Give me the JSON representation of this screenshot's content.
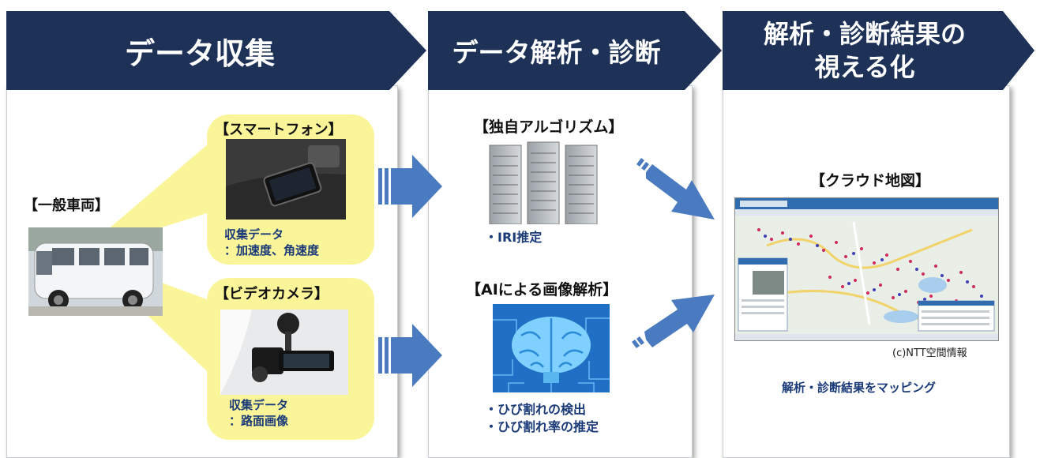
{
  "headers": {
    "collect": "データ収集",
    "analyze": "データ解析・診断",
    "visualize_line1": "解析・診断結果の",
    "visualize_line2": "視える化"
  },
  "collection": {
    "vehicle_label": "【一般車両】",
    "smartphone": {
      "title": "【スマートフォン】",
      "data_line1": "収集データ",
      "data_line2": "：加速度、角速度"
    },
    "video": {
      "title": "【ビデオカメラ】",
      "data_line1": "収集データ",
      "data_line2": "：路面画像"
    }
  },
  "analysis": {
    "algorithm_title": "【独自アルゴリズム】",
    "algorithm_item": "・IRI推定",
    "ai_title": "【AIによる画像解析】",
    "ai_item1": "・ひび割れの検出",
    "ai_item2": "・ひび割れ率の推定"
  },
  "visualization": {
    "map_title": "【クラウド地図】",
    "copyright": "(c)NTT空間情報",
    "caption": "解析・診断結果をマッピング"
  },
  "colors": {
    "header_navy": "#1e3157",
    "arrow_blue": "#4a7bc0",
    "highlight_yellow": "#fbf59a",
    "caption_blue": "#1a3a78"
  },
  "icons": [
    "server-rack-icon",
    "brain-circuit-icon",
    "right-arrow-icon",
    "diagonal-arrow-icon"
  ]
}
